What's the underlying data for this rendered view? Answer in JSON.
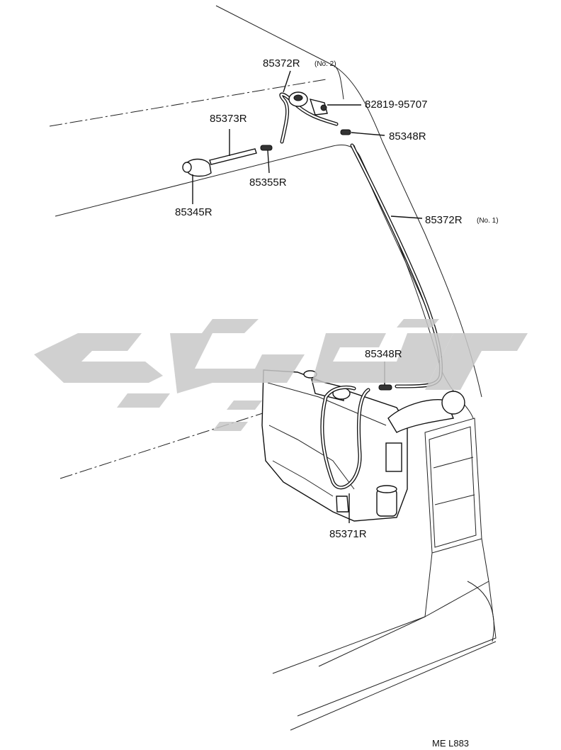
{
  "diagram": {
    "labels": {
      "p85372r_no2": "85372R",
      "p85372r_no2_note": "(No. 2)",
      "p82819": "82819-95707",
      "p85373r": "85373R",
      "p85348r_top": "85348R",
      "p85355r": "85355R",
      "p85345r": "85345R",
      "p85372r_no1": "85372R",
      "p85372r_no1_note": "(No. 1)",
      "p85348r_mid": "85348R",
      "p85371r": "85371R"
    },
    "footer_code": "ME  L883"
  },
  "colors": {
    "line": "#111111",
    "watermark": "#c8c8c8",
    "background": "#ffffff"
  }
}
